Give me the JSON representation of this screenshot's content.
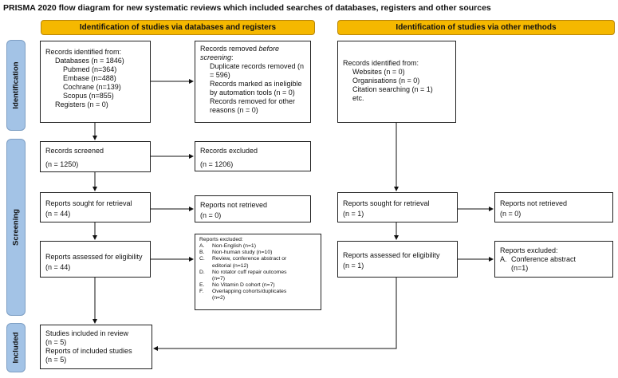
{
  "title": "PRISMA 2020 flow diagram for new systematic reviews which included searches of databases, registers and other sources",
  "headers": {
    "left": "Identification of studies via databases and registers",
    "right": "Identification of studies via other methods"
  },
  "stages": {
    "identification": "Identification",
    "screening": "Screening",
    "included": "Included"
  },
  "boxes": {
    "identified": {
      "lines": [
        "Records identified from:",
        "Databases (n = 1846)",
        "Pubmed (n=364)",
        "Embase (n=488)",
        "Cochrane (n=139)",
        "Scopus (n=855)",
        "Registers (n = 0)"
      ]
    },
    "removed": {
      "line1a": "Records removed ",
      "line1b": "before",
      "line2": "screening",
      "lines": [
        "Duplicate records removed (n",
        "= 596)",
        "Records marked as ineligible",
        "by automation tools (n = 0)",
        "Records removed for other",
        "reasons (n = 0)"
      ]
    },
    "screened": {
      "label": "Records screened",
      "value": "(n = 1250)"
    },
    "excluded": {
      "label": "Records excluded",
      "value": "(n = 1206)"
    },
    "sought": {
      "label": "Reports sought for retrieval",
      "value": "(n = 44)"
    },
    "not_retrieved": {
      "label": "Reports not retrieved",
      "value": "(n = 0)"
    },
    "assessed": {
      "label": "Reports assessed for eligibility",
      "value": "(n = 44)"
    },
    "reports_excluded": {
      "heading": "Reports excluded:",
      "items": [
        {
          "letter": "A.",
          "text": "Non-English (n=1)"
        },
        {
          "letter": "B.",
          "text": "Non-human study (n=10)"
        },
        {
          "letter": "C.",
          "text": "Review, conference abstract or"
        },
        {
          "letter": "",
          "text": "editorial (n=12)"
        },
        {
          "letter": "D.",
          "text": "No rotator cuff repair outcomes"
        },
        {
          "letter": "",
          "text": "(n=7)"
        },
        {
          "letter": "E.",
          "text": "No Vitamin D cohort (n=7)"
        },
        {
          "letter": "F.",
          "text": "Overlapping cohorts/duplicates"
        },
        {
          "letter": "",
          "text": "(n=2)"
        }
      ]
    },
    "included": {
      "lines": [
        "Studies included in review",
        "(n = 5)",
        "Reports of included studies",
        "(n = 5)"
      ]
    },
    "other_identified": {
      "lines": [
        "Records identified from:",
        "Websites (n = 0)",
        "Organisations (n = 0)",
        "Citation searching (n = 1)",
        "etc."
      ]
    },
    "other_sought": {
      "label": "Reports sought for retrieval",
      "value": "(n = 1)"
    },
    "other_not_retrieved": {
      "label": "Reports not retrieved",
      "value": "(n = 0)"
    },
    "other_assessed": {
      "label": "Reports assessed for eligibility",
      "value": "(n = 1)"
    },
    "other_excluded": {
      "heading": "Reports excluded:",
      "letter": "A.",
      "text": "Conference abstract",
      "value": "(n=1)"
    }
  },
  "colors": {
    "header": "#f5b800",
    "stage": "#a3c3e6",
    "border": "#222222"
  }
}
